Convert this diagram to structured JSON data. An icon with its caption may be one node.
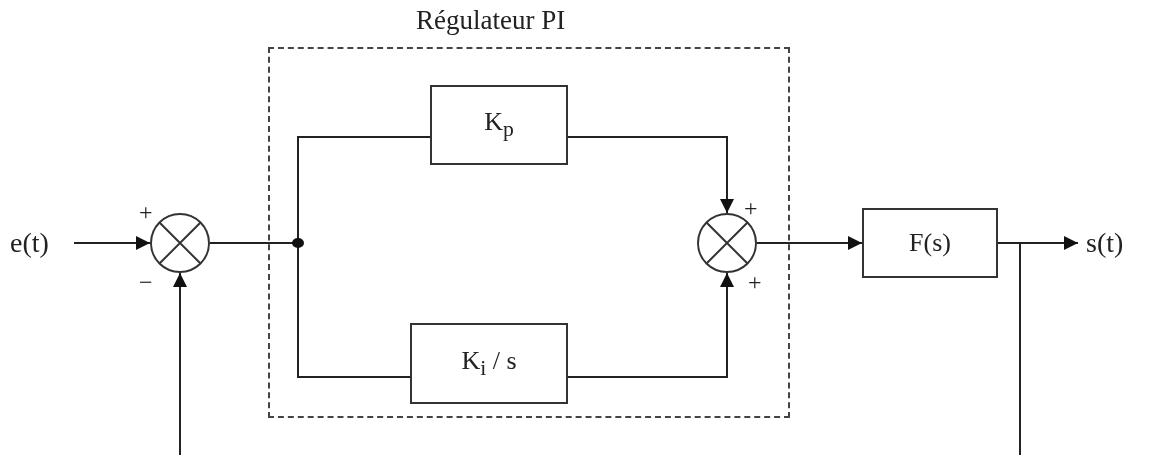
{
  "diagram": {
    "nodes": [
      {
        "text": [
          "e(t)"
        ]
      },
      {
        "text": [],
        "shape": "circle"
      },
      {
        "text": [
          "Régulateur PI"
        ]
      },
      {
        "text": [
          "K$_{p}$"
        ],
        "in": 2
      },
      {
        "text": [
          "K$_{i}$ / s"
        ],
        "in": 2
      },
      {
        "text": [],
        "shape": "circle",
        "in": 2
      },
      {
        "text": [
          "F(s)"
        ]
      },
      {
        "text": [
          "s(t)"
        ]
      }
    ],
    "edges": [
      {
        "from": 0,
        "to": 1,
        "arrow": "to"
      },
      {
        "from": 1,
        "to": 3,
        "arrow": "none"
      },
      {
        "from": 1,
        "to": 4,
        "arrow": "none"
      },
      {
        "from": 3,
        "to": 5,
        "arrow": "to"
      },
      {
        "from": 4,
        "to": 5,
        "arrow": "to"
      },
      {
        "from": 5,
        "to": 6,
        "arrow": "to"
      },
      {
        "from": 6,
        "to": 7,
        "arrow": "to"
      },
      {
        "from": 6,
        "to": null,
        "arrow": "none"
      },
      {
        "from": null,
        "to": 1,
        "arrow": "to"
      }
    ],
    "labels": [
      "+",
      "−",
      "+",
      "+"
    ]
  }
}
